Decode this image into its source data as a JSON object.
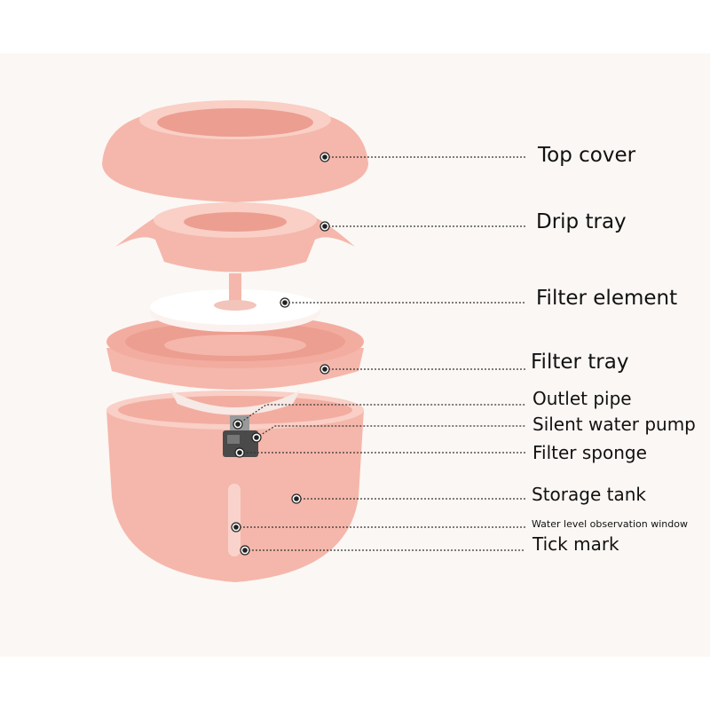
{
  "diagram": {
    "labels": [
      {
        "id": "top-cover",
        "text": "Top cover"
      },
      {
        "id": "drip-tray",
        "text": "Drip tray"
      },
      {
        "id": "filter-element",
        "text": "Filter element"
      },
      {
        "id": "filter-tray",
        "text": "Filter tray"
      },
      {
        "id": "outlet-pipe",
        "text": "Outlet pipe"
      },
      {
        "id": "silent-water-pump",
        "text": "Silent water pump"
      },
      {
        "id": "filter-sponge",
        "text": "Filter sponge"
      },
      {
        "id": "storage-tank",
        "text": "Storage tank"
      },
      {
        "id": "water-level-window",
        "text": "Water level observation window"
      },
      {
        "id": "tick-mark",
        "text": "Tick mark"
      }
    ]
  },
  "colors": {
    "pink": "#f5b7ab",
    "pink_dark": "#e99a8c",
    "pink_light": "#f9cfc6",
    "filter": "#fbf1ee",
    "leader": "#333333",
    "text": "#111111"
  }
}
